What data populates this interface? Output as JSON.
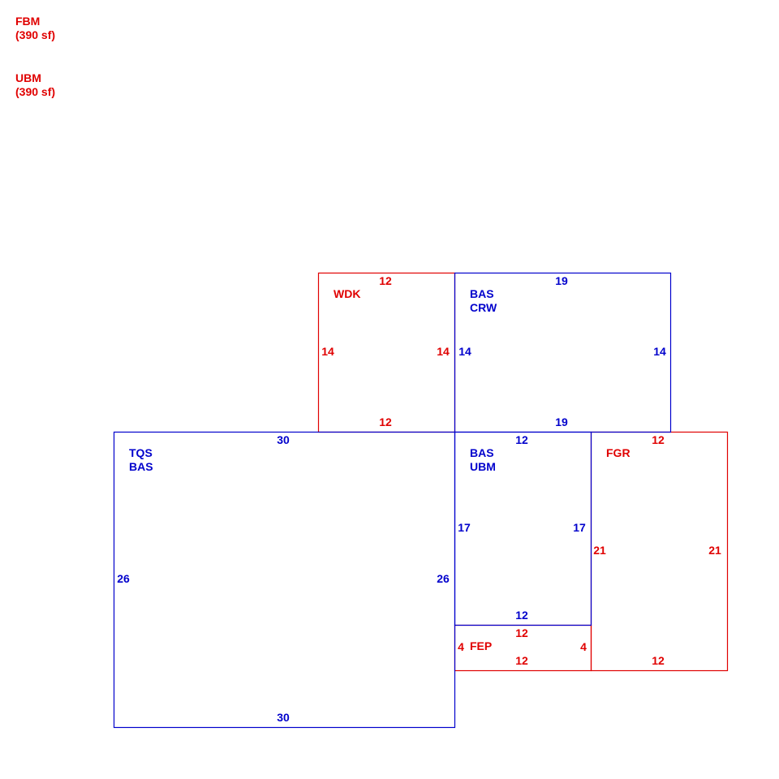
{
  "colors": {
    "red": "#e00000",
    "blue": "#0000cc"
  },
  "legend": [
    {
      "code": "FBM",
      "area": "(390 sf)",
      "color": "red"
    },
    {
      "code": "UBM",
      "area": "(390 sf)",
      "color": "red"
    }
  ],
  "areas": [
    {
      "id": "wdk",
      "color": "red",
      "labels": [
        "WDK"
      ],
      "dims": {
        "top": "12",
        "bottom": "12",
        "left": "14",
        "right": "14"
      }
    },
    {
      "id": "bas-crw",
      "color": "blue",
      "labels": [
        "BAS",
        "CRW"
      ],
      "dims": {
        "top": "19",
        "bottom": "19",
        "left": "14",
        "right": "14"
      }
    },
    {
      "id": "tqs-bas",
      "color": "blue",
      "labels": [
        "TQS",
        "BAS"
      ],
      "dims": {
        "top": "30",
        "bottom": "30",
        "left": "26",
        "right": "26"
      }
    },
    {
      "id": "bas-ubm",
      "color": "blue",
      "labels": [
        "BAS",
        "UBM"
      ],
      "dims": {
        "top": "12",
        "bottom": "12",
        "left": "17",
        "right": "17"
      }
    },
    {
      "id": "fgr",
      "color": "red",
      "labels": [
        "FGR"
      ],
      "dims": {
        "top": "12",
        "bottom": "12",
        "left": "21",
        "right": "21"
      }
    },
    {
      "id": "fep",
      "color": "red",
      "labels": [
        "FEP"
      ],
      "dims": {
        "top": "12",
        "bottom": "12",
        "left": "4",
        "right": "4"
      }
    }
  ]
}
